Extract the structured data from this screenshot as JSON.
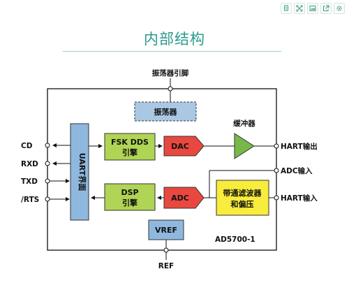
{
  "page_title": "内部结构",
  "toolbar": {
    "icons": [
      "copy-icon",
      "fullscreen-icon",
      "save-image-icon",
      "share-icon",
      "settings-icon"
    ]
  },
  "diagram": {
    "chip_name": "AD5700-1",
    "oscillator_pin_label": "振荡器引脚",
    "oscillator_label": "振荡器",
    "uart_label": "UART界面",
    "fsk_line1": "FSK DDS",
    "fsk_line2": "引擎",
    "dsp_line1": "DSP",
    "dsp_line2": "引擎",
    "dac_label": "DAC",
    "adc_label": "ADC",
    "buffer_label": "缓冲器",
    "filter_line1": "带通滤波器",
    "filter_line2": "和偏压",
    "vref_label": "VREF",
    "ref_label": "REF",
    "hart_out_label": "HART输出",
    "adc_in_label": "ADC输入",
    "hart_in_label": "HART输入",
    "left_pins": [
      "CD",
      "RXD",
      "TXD",
      "/RTS"
    ],
    "colors": {
      "uart": "#8fb8df",
      "engine": "#b0d455",
      "converter": "#e8483f",
      "buffer": "#78b84a",
      "filter": "#f8ec3c",
      "vref": "#8fb8df",
      "oscillator": "#aac8e4",
      "title": "#2a9a8a"
    }
  }
}
